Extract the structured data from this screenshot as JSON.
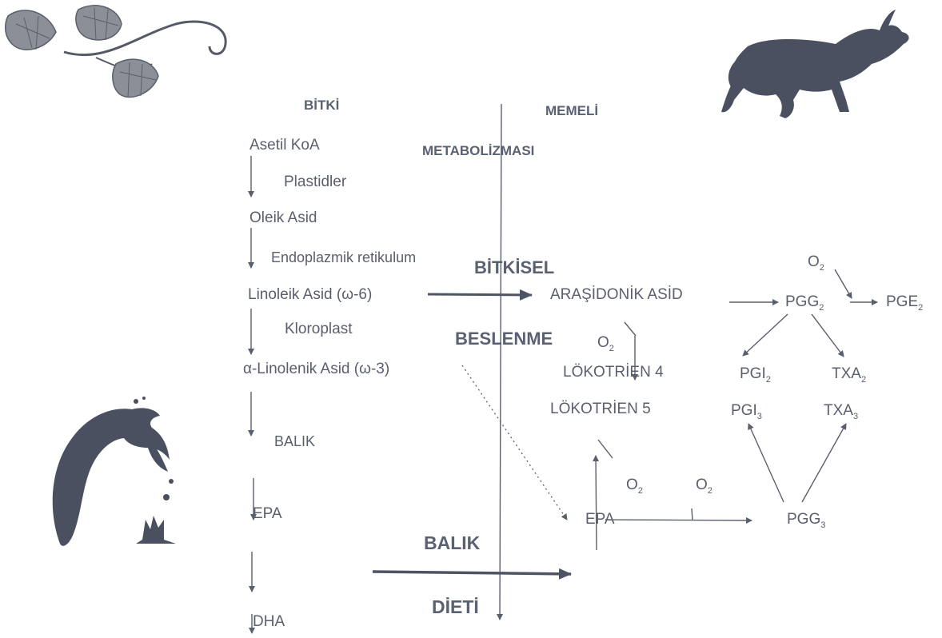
{
  "labels": {
    "bitki": "BİTKİ",
    "memeli": "MEMELİ",
    "metabolizmasi": "METABOLİZMASI",
    "asetil_koa": "Asetil KoA",
    "plastidler": "Plastidler",
    "oleik_asid": "Oleik Asid",
    "endoplazmik": "Endoplazmik retikulum",
    "bitkisel": "BİTKİSEL",
    "linoleik": "Linoleik Asid (ω-6)",
    "arasidonik": "ARAŞİDONİK ASİD",
    "pgg": "PGG",
    "pge": "PGE",
    "kloroplast": "Kloroplast",
    "beslenme": "BESLENME",
    "alfa_linolenik": "α-Linolenik Asid (ω-3)",
    "lokotrien4": "LÖKOTRİEN 4",
    "lokotrien5": "LÖKOTRİEN 5",
    "pgi": "PGI",
    "txa": "TXA",
    "balik_small": "BALIK",
    "epa_left": "EPA",
    "epa_right": "EPA",
    "balik_big": "BALIK",
    "dieti": "DİETİ",
    "dha": "DHA",
    "o": "O",
    "sub2": "2",
    "sub3": "3"
  },
  "icons": [
    "leaf-vine-icon",
    "bull-icon",
    "dolphin-icon"
  ],
  "colors": {
    "text": "#5a5f6e",
    "arrow": "#5a5f6e",
    "icon": "#4a5060",
    "leaf": "#8a8f98"
  }
}
